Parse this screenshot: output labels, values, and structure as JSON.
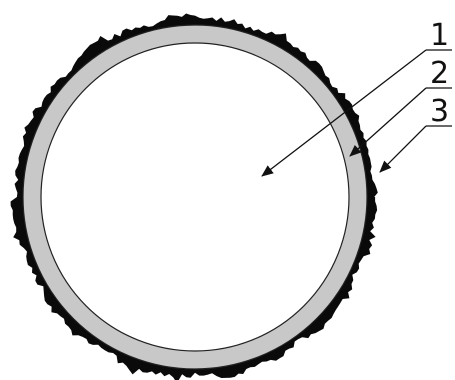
{
  "diagram": {
    "callouts": [
      {
        "id": "1",
        "label": "1"
      },
      {
        "id": "2",
        "label": "2"
      },
      {
        "id": "3",
        "label": "3"
      }
    ],
    "colors": {
      "core_fill": "#ffffff",
      "ring_fill": "#c8c8c8",
      "outer_layer_fill": "#0a0a0a",
      "line_color": "#111111",
      "background": "#ffffff"
    }
  }
}
